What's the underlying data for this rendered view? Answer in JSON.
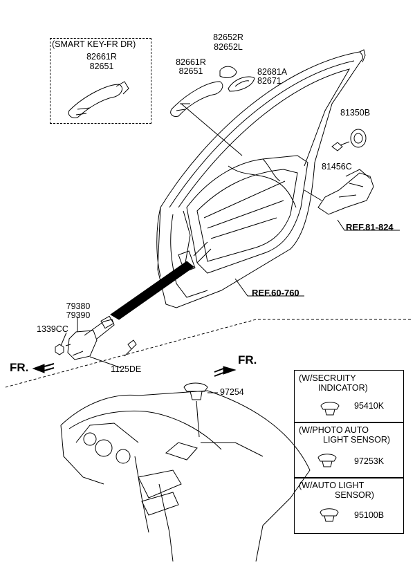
{
  "smart_key_box": {
    "title": "(SMART KEY-FR DR)",
    "part_a": "82661R",
    "part_b": "82651"
  },
  "handle": {
    "part_a": "82661R",
    "part_b": "82651"
  },
  "cover": {
    "part_a": "82652R",
    "part_b": "82652L"
  },
  "gasket": {
    "part_a": "82681A",
    "part_b": "82671"
  },
  "latch_parts": {
    "part_a": "81350B",
    "part_b": "81456C"
  },
  "refs": {
    "latch_ref": "REF.81-824",
    "door_ref": "REF.60-760"
  },
  "checker": {
    "part_a": "79380",
    "part_b": "79390",
    "nut": "1339CC",
    "bolt": "1125DE"
  },
  "front_left": "FR.",
  "front_right": "FR.",
  "dash_sensor": "97254",
  "option_boxes": [
    {
      "title_1": "(W/SECRUITY",
      "title_2": "INDICATOR)",
      "part": "95410K"
    },
    {
      "title_1": "(W/PHOTO  AUTO",
      "title_2": "LIGHT SENSOR)",
      "part": "97253K"
    },
    {
      "title_1": "(W/AUTO LIGHT",
      "title_2": "SENSOR)",
      "part": "95100B"
    }
  ]
}
